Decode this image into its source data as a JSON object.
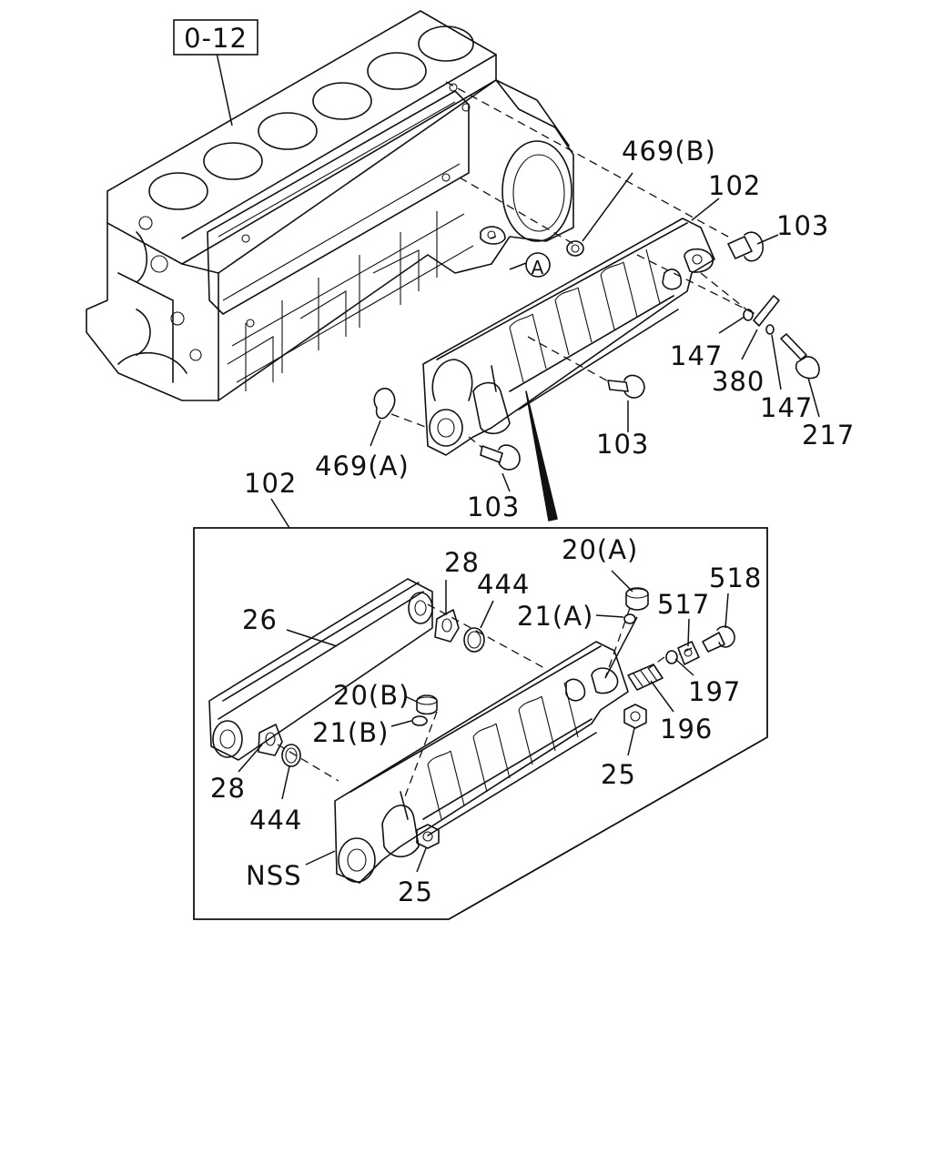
{
  "reference_box": "0-12",
  "labels": {
    "l469b": "469(B)",
    "l102_top": "102",
    "l103_right": "103",
    "lA": "A",
    "l147_a": "147",
    "l380": "380",
    "l147_b": "147",
    "l217": "217",
    "l103_mid": "103",
    "l469a": "469(A)",
    "l103_bottom": "103",
    "l102_box": "102",
    "l28_top": "28",
    "l444_top": "444",
    "l20a": "20(A)",
    "l518": "518",
    "l517": "517",
    "l21a": "21(A)",
    "l26": "26",
    "l20b": "20(B)",
    "l197": "197",
    "l21b": "21(B)",
    "l196": "196",
    "l28_bottom": "28",
    "l25_right": "25",
    "l444_bottom": "444",
    "lNSS": "NSS",
    "l25_bottom": "25"
  }
}
